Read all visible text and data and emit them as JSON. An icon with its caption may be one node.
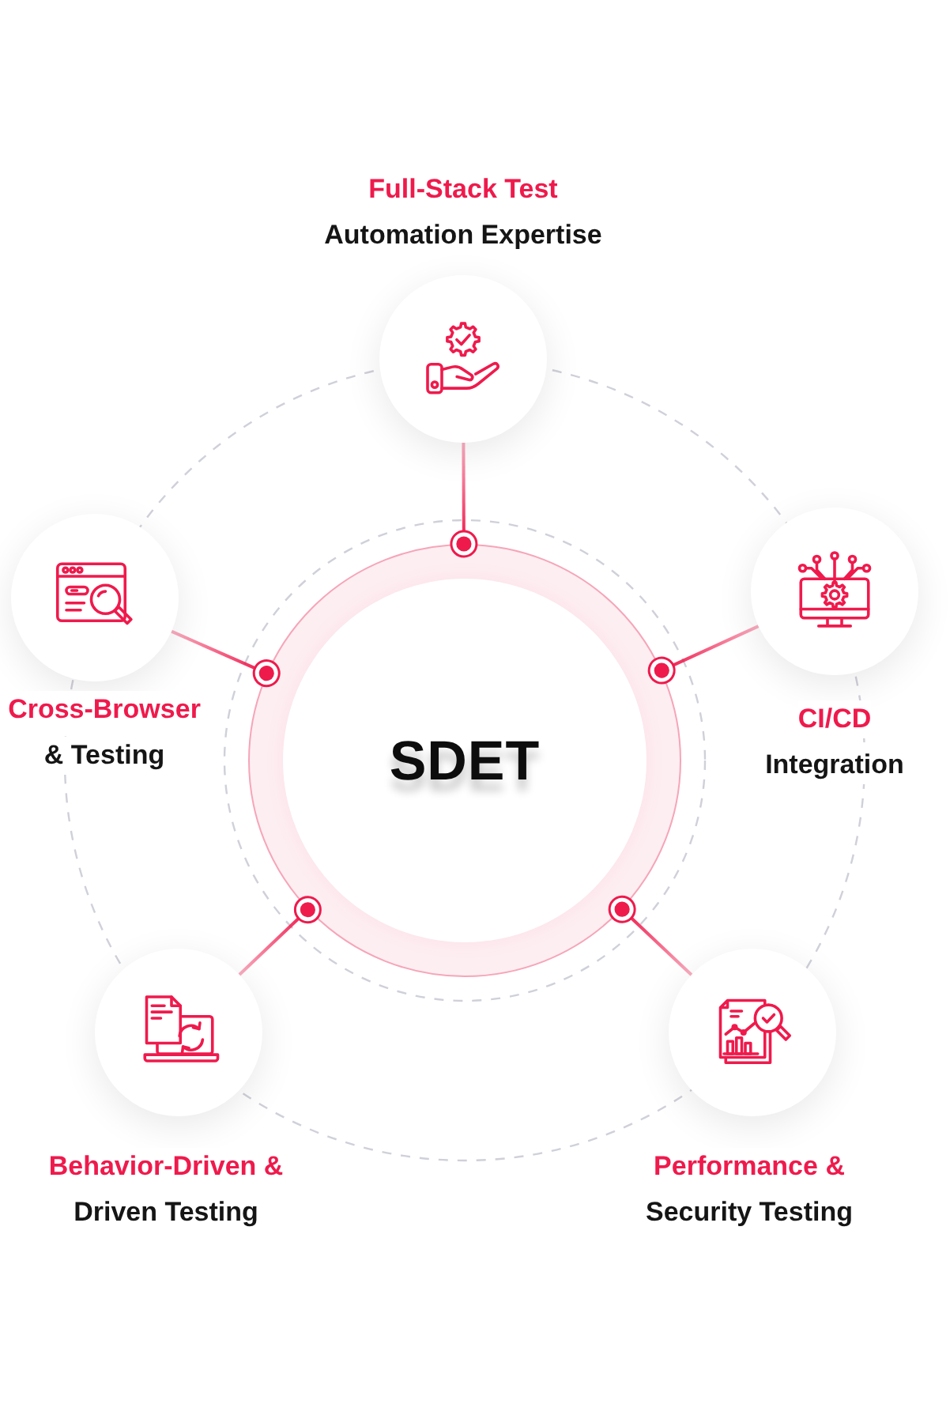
{
  "diagram": {
    "nodes": [
      {
        "text": [
          "SDET"
        ]
      },
      {
        "text": [
          "Full-Stack Test",
          "Automation Expertise"
        ]
      },
      {
        "text": [
          "Cross-Browser",
          "& Testing"
        ]
      },
      {
        "text": [
          "CI/CD",
          "Integration"
        ]
      },
      {
        "text": [
          "Behavior-Driven &",
          "Driven Testing"
        ]
      },
      {
        "text": [
          "Performance &",
          "Security Testing"
        ]
      }
    ],
    "edges": [
      {
        "from": 1,
        "to": 0,
        "arrow": "other"
      },
      {
        "from": 2,
        "to": 0,
        "arrow": "other"
      },
      {
        "from": 3,
        "to": 0,
        "arrow": "other"
      },
      {
        "from": 4,
        "to": 0,
        "arrow": "other"
      },
      {
        "from": 5,
        "to": 0,
        "arrow": "other"
      }
    ]
  }
}
